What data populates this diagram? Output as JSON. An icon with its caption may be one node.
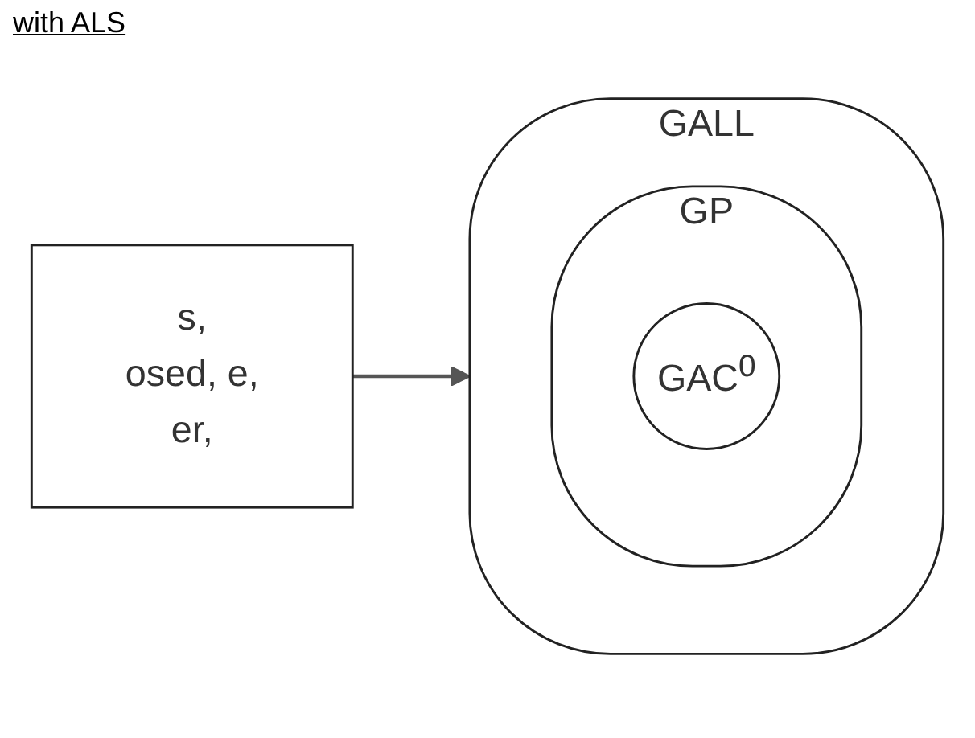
{
  "diagram": {
    "title": "with ALS",
    "nodes": [
      {
        "text": [
          "s,",
          "osed, e,",
          "er,"
        ]
      },
      {
        "text": [
          "GALL"
        ]
      },
      {
        "text": [
          "GP"
        ],
        "in": 1
      },
      {
        "text": [
          "GAC$^{0}$"
        ],
        "in": 2
      }
    ],
    "edges": [
      {
        "from": 0,
        "to": 1,
        "arrow": "to"
      }
    ]
  }
}
